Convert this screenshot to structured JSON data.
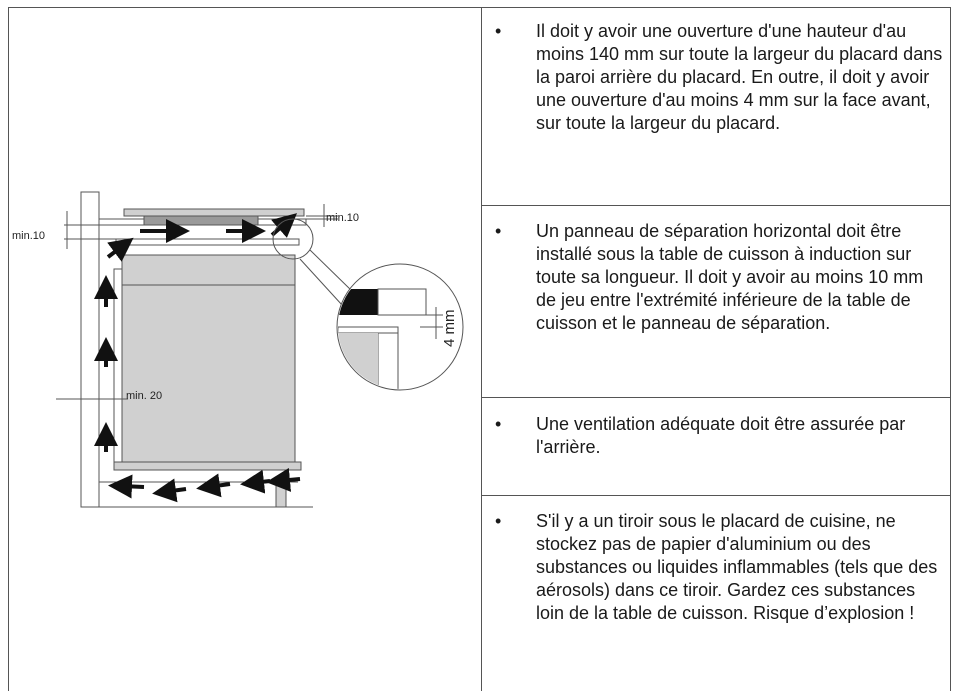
{
  "diagram": {
    "labels": {
      "top_right_gap": "min.10",
      "left_gap": "min.10",
      "side_gap": "min. 20",
      "detail_gap": "4 mm"
    }
  },
  "bullets": [
    {
      "marker": "•",
      "text": "Il doit y avoir une ouverture d'une hauteur d'au moins 140 mm sur toute la largeur du placard dans la paroi arrière du placard. En outre, il doit y avoir une ouverture d'au moins 4 mm sur la face avant, sur toute la largeur du placard."
    },
    {
      "marker": "•",
      "text": "Un panneau de séparation horizontal doit être installé sous la table de cuisson à induction sur toute sa longueur. Il doit y avoir au moins 10 mm de jeu entre l'extrémité inférieure de la table de cuisson et le panneau de séparation."
    },
    {
      "marker": "•",
      "text": "Une ventilation adéquate doit être assurée par l'arrière."
    },
    {
      "marker": "•",
      "text": "S'il y a un tiroir sous le placard de cuisine, ne stockez pas de papier d'aluminium ou des substances ou liquides inflammables (tels que des aérosols) dans ce tiroir. Gardez ces substances loin de la table de cuisson. Risque d’explosion !"
    }
  ],
  "colors": {
    "border": "#555555",
    "cabinet_fill": "#d0d0d0",
    "arrow": "#111111"
  }
}
